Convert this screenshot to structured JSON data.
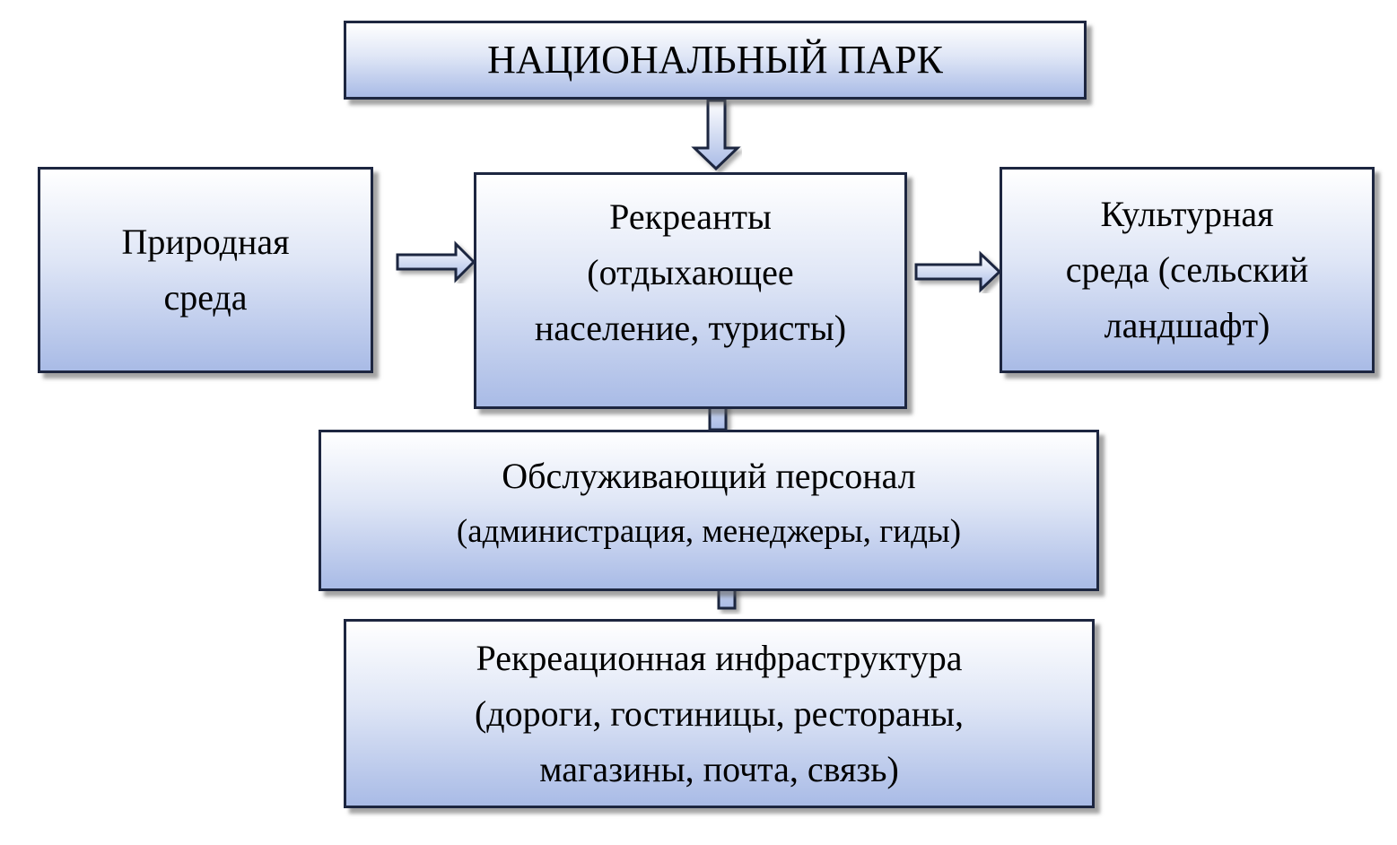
{
  "boxes": {
    "park": {
      "title": "НАЦИОНАЛЬНЫЙ ПАРК"
    },
    "nature": {
      "line1": "Природная",
      "line2": "среда"
    },
    "recreants": {
      "line1": "Рекреанты",
      "line2": "(отдыхающее",
      "line3": "население, туристы)"
    },
    "culture": {
      "line1": "Культурная",
      "line2": "среда (сельский",
      "line3": "ландшафт)"
    },
    "staff": {
      "line1": "Обслуживающий персонал",
      "line2": "(администрация, менеджеры, гиды)"
    },
    "infra": {
      "line1": "Рекреационная инфраструктура",
      "line2": "(дороги, гостиницы, рестораны,",
      "line3": "магазины, почта, связь)"
    }
  },
  "colors": {
    "border": "#1d2640",
    "gradient_top": "#ffffff",
    "gradient_bottom": "#a9bbe6"
  }
}
